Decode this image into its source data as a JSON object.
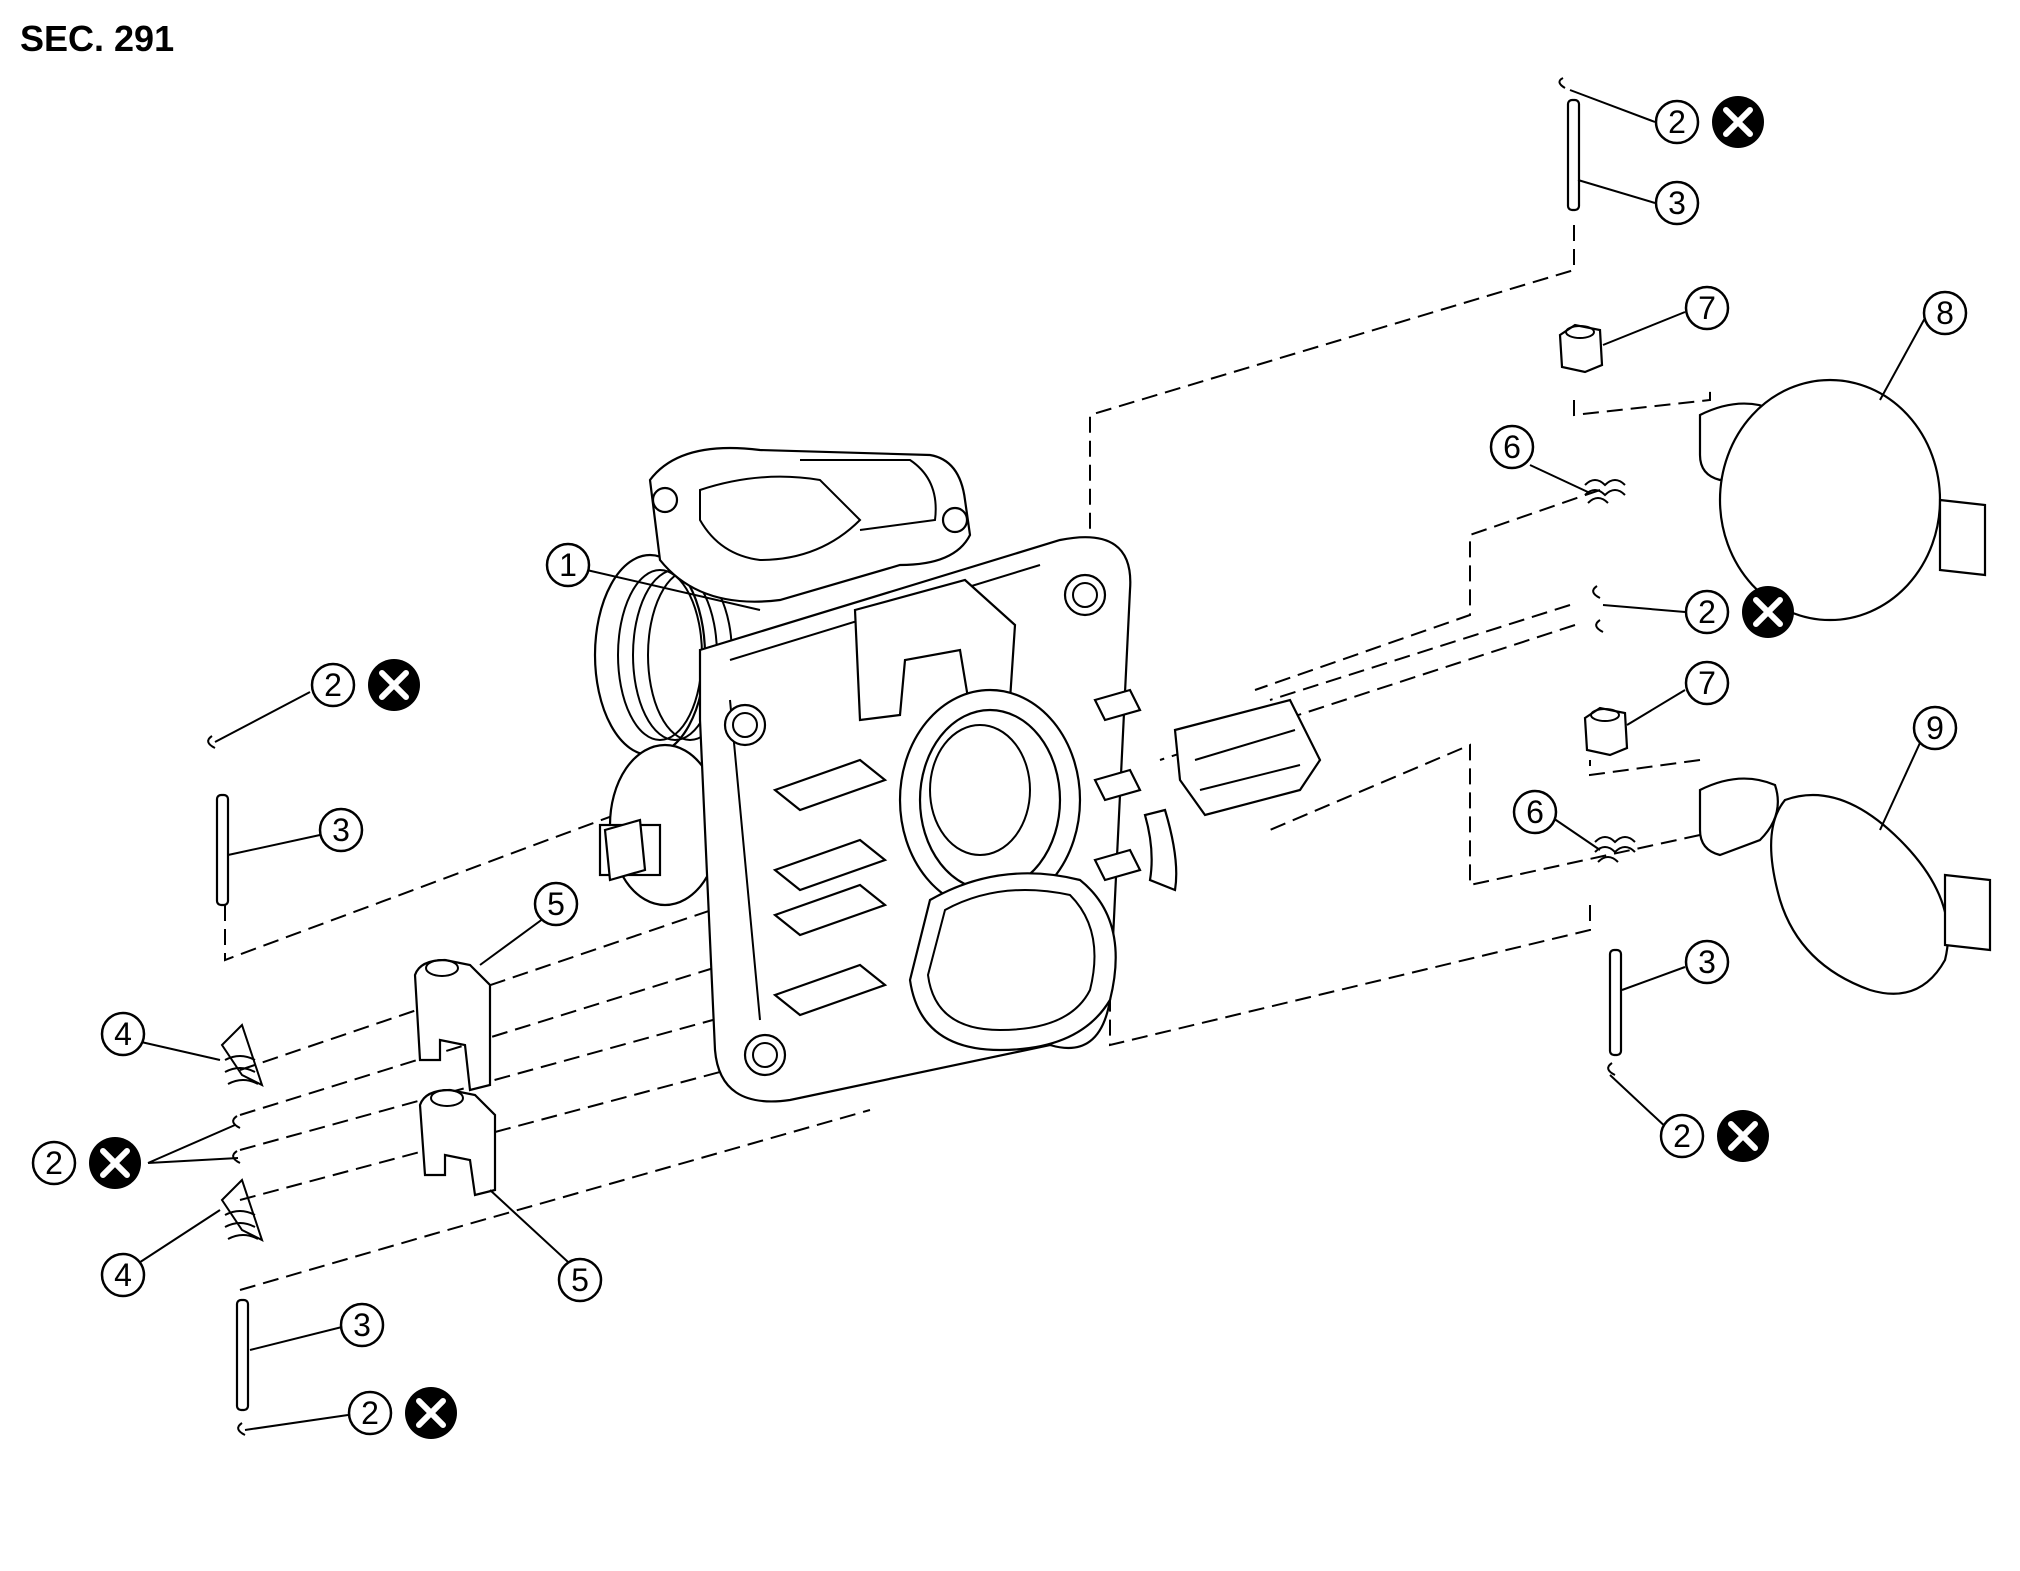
{
  "section_label": "SEC. 291",
  "callouts": [
    {
      "id": "c1",
      "number": "1",
      "replace_symbol": false
    },
    {
      "id": "c2-tr",
      "number": "2",
      "replace_symbol": true
    },
    {
      "id": "c3-tr",
      "number": "3",
      "replace_symbol": false
    },
    {
      "id": "c7-top",
      "number": "7",
      "replace_symbol": false
    },
    {
      "id": "c8",
      "number": "8",
      "replace_symbol": false
    },
    {
      "id": "c6-top",
      "number": "6",
      "replace_symbol": false
    },
    {
      "id": "c2-mr",
      "number": "2",
      "replace_symbol": true
    },
    {
      "id": "c7-bot",
      "number": "7",
      "replace_symbol": false
    },
    {
      "id": "c9",
      "number": "9",
      "replace_symbol": false
    },
    {
      "id": "c6-bot",
      "number": "6",
      "replace_symbol": false
    },
    {
      "id": "c3-br",
      "number": "3",
      "replace_symbol": false
    },
    {
      "id": "c2-br",
      "number": "2",
      "replace_symbol": true
    },
    {
      "id": "c2-tl",
      "number": "2",
      "replace_symbol": true
    },
    {
      "id": "c3-tl",
      "number": "3",
      "replace_symbol": false
    },
    {
      "id": "c5-top",
      "number": "5",
      "replace_symbol": false
    },
    {
      "id": "c4-top",
      "number": "4",
      "replace_symbol": false
    },
    {
      "id": "c2-ml",
      "number": "2",
      "replace_symbol": true
    },
    {
      "id": "c4-bot",
      "number": "4",
      "replace_symbol": false
    },
    {
      "id": "c5-bot",
      "number": "5",
      "replace_symbol": false
    },
    {
      "id": "c3-bl",
      "number": "3",
      "replace_symbol": false
    },
    {
      "id": "c2-bl",
      "number": "2",
      "replace_symbol": true
    }
  ],
  "replace_symbol_icon": "circle-x-icon"
}
